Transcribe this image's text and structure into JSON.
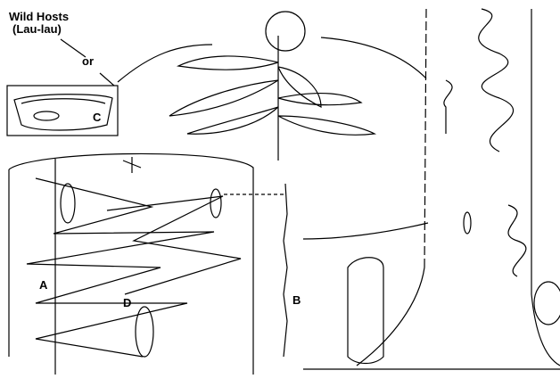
{
  "title": "Wild Hosts",
  "subtitle": "(Lau-lau)",
  "connector": "or",
  "labels": {
    "a": "A",
    "b": "B",
    "c": "C",
    "d": "D"
  },
  "colors": {
    "ink": "#000000",
    "paper": "#ffffff"
  }
}
